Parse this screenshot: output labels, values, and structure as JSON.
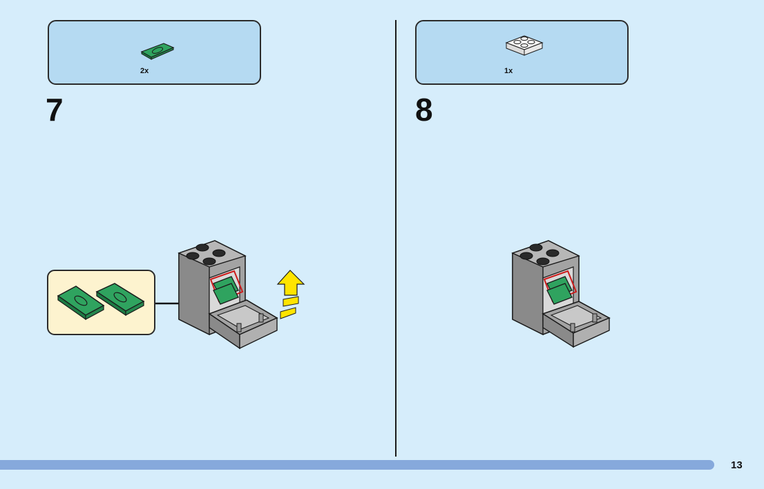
{
  "step7": {
    "number": "7",
    "parts_qty": "2x"
  },
  "step8": {
    "number": "8",
    "parts_qty": "1x"
  },
  "page_number": "13",
  "colors": {
    "background": "#d6edfb",
    "parts_box": "#b5daf2",
    "callout": "#fdf3cf",
    "brick_gray": "#a3a3a3",
    "money_green": "#2fa35f",
    "arrow_yellow": "#ffe400",
    "footer_bar": "#86a9dc"
  }
}
